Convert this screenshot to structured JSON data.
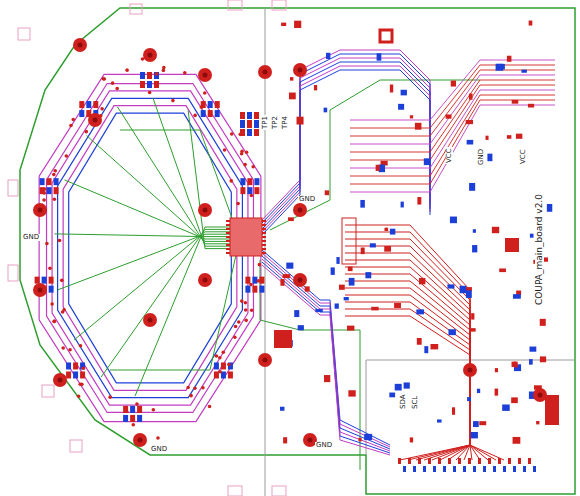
{
  "diagram": {
    "labels": [
      "GND",
      "GND",
      "GND",
      "GND",
      "GND",
      "TP1",
      "TP2",
      "TP4",
      "SDA",
      "SCL",
      "VCC",
      "VCC",
      "COUPA_main_board v2.0"
    ]
  }
}
